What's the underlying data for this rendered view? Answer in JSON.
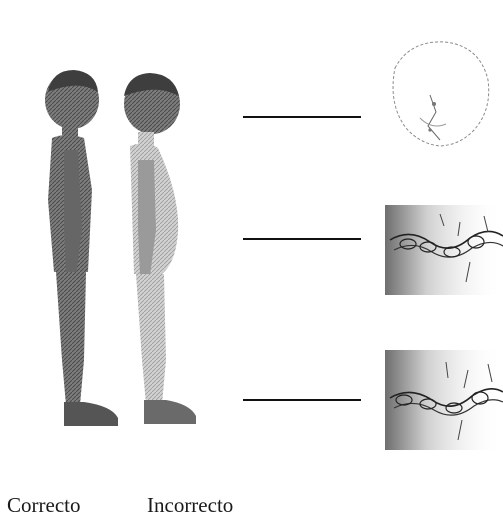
{
  "captions": {
    "correct": "Correcto",
    "incorrect": "Incorrecto"
  },
  "colors": {
    "figure_dark": "#5a5a5a",
    "figure_mid": "#8a8a8a",
    "figure_light": "#c8c8c8",
    "line": "#111111",
    "background": "#ffffff"
  },
  "icons": {
    "child_correct": "child-standing-correct-posture",
    "child_incorrect": "child-standing-incorrect-posture",
    "detail_head": "head-neck-detail-sketch",
    "detail_spine_upper": "upper-spine-detail-sketch",
    "detail_spine_lower": "lower-spine-detail-sketch"
  }
}
